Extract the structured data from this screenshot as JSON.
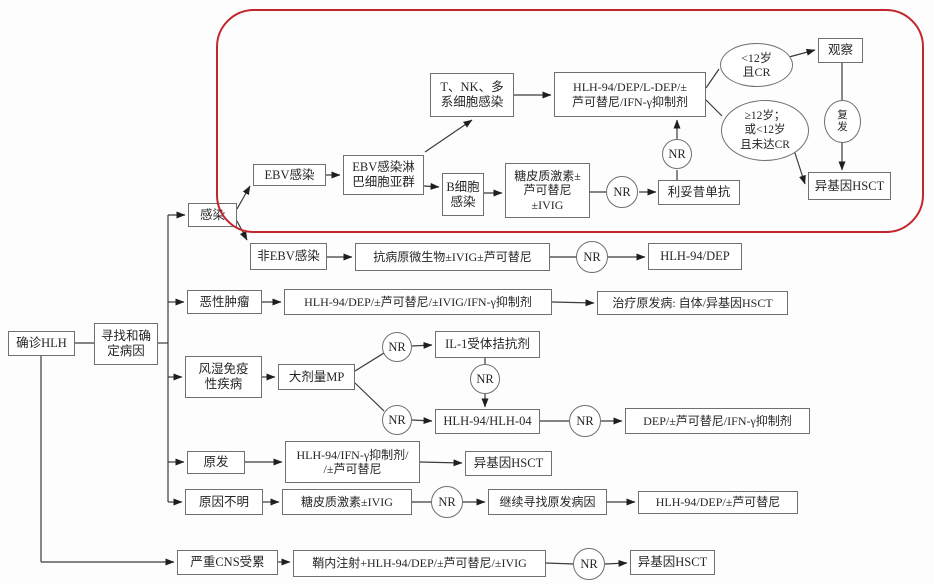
{
  "diagram": {
    "nodes": {
      "confirm_hlh": "确诊HLH",
      "find_cause": "寻找和确\n定病因",
      "infection": "感染",
      "ebv_infection": "EBV感染",
      "ebv_lymph_subset": "EBV感染淋\n巴细胞亚群",
      "t_nk_multi": "T、NK、多\n系细胞感染",
      "b_cell": "B细胞\n感染",
      "hlh94_dep_ldep_ruxo_ifn": "HLH-94/DEP/L-DEP/±\n芦可替尼/IFN-γ抑制剂",
      "steroid_ruxo_ivig": "糖皮质激素±\n芦可替尼\n±IVIG",
      "nr": "NR",
      "rituximab": "利妥昔单抗",
      "under12_cr": "<12岁\n且CR",
      "over12_or_under12_no_cr": "≥12岁；\n或<12岁\n且未达CR",
      "observe": "观察",
      "relapse": "复\n发",
      "allo_hsct": "异基因HSCT",
      "non_ebv": "非EBV感染",
      "antimicrobial": "抗病原微生物±IVIG±芦可替尼",
      "hlh94_dep": "HLH-94/DEP",
      "malignancy": "恶性肿瘤",
      "hlh94_dep_ruxo_ivig_ifn": "HLH-94/DEP/±芦可替尼/±IVIG/IFN-γ抑制剂",
      "treat_primary": "治疗原发病: 自体/异基因HSCT",
      "rheumatic": "风湿免疫\n性疾病",
      "high_dose_mp": "大剂量MP",
      "il1_antagonist": "IL-1受体拮抗剂",
      "hlh94_hlh04": "HLH-94/HLH-04",
      "dep_ruxo_ifn": "DEP/±芦可替尼/IFN-γ抑制剂",
      "primary": "原发",
      "hlh94_ifn_ruxo": "HLH-94/IFN-γ抑制剂/\n/±芦可替尼",
      "unknown_cause": "原因不明",
      "steroid_ivig": "糖皮质激素±IVIG",
      "continue_search": "继续寻找原发病因",
      "hlh94_dep_ruxo": "HLH-94/DEP/±芦可替尼",
      "severe_cns": "严重CNS受累",
      "intrathecal": "鞘内注射+HLH-94/DEP/±芦可替尼/±IVIG"
    },
    "colors": {
      "highlight_outline": "#c1272d",
      "connector": "#3b3b3b",
      "box_border": "#707070",
      "text": "#262626",
      "background": "#fdfdfd"
    }
  }
}
